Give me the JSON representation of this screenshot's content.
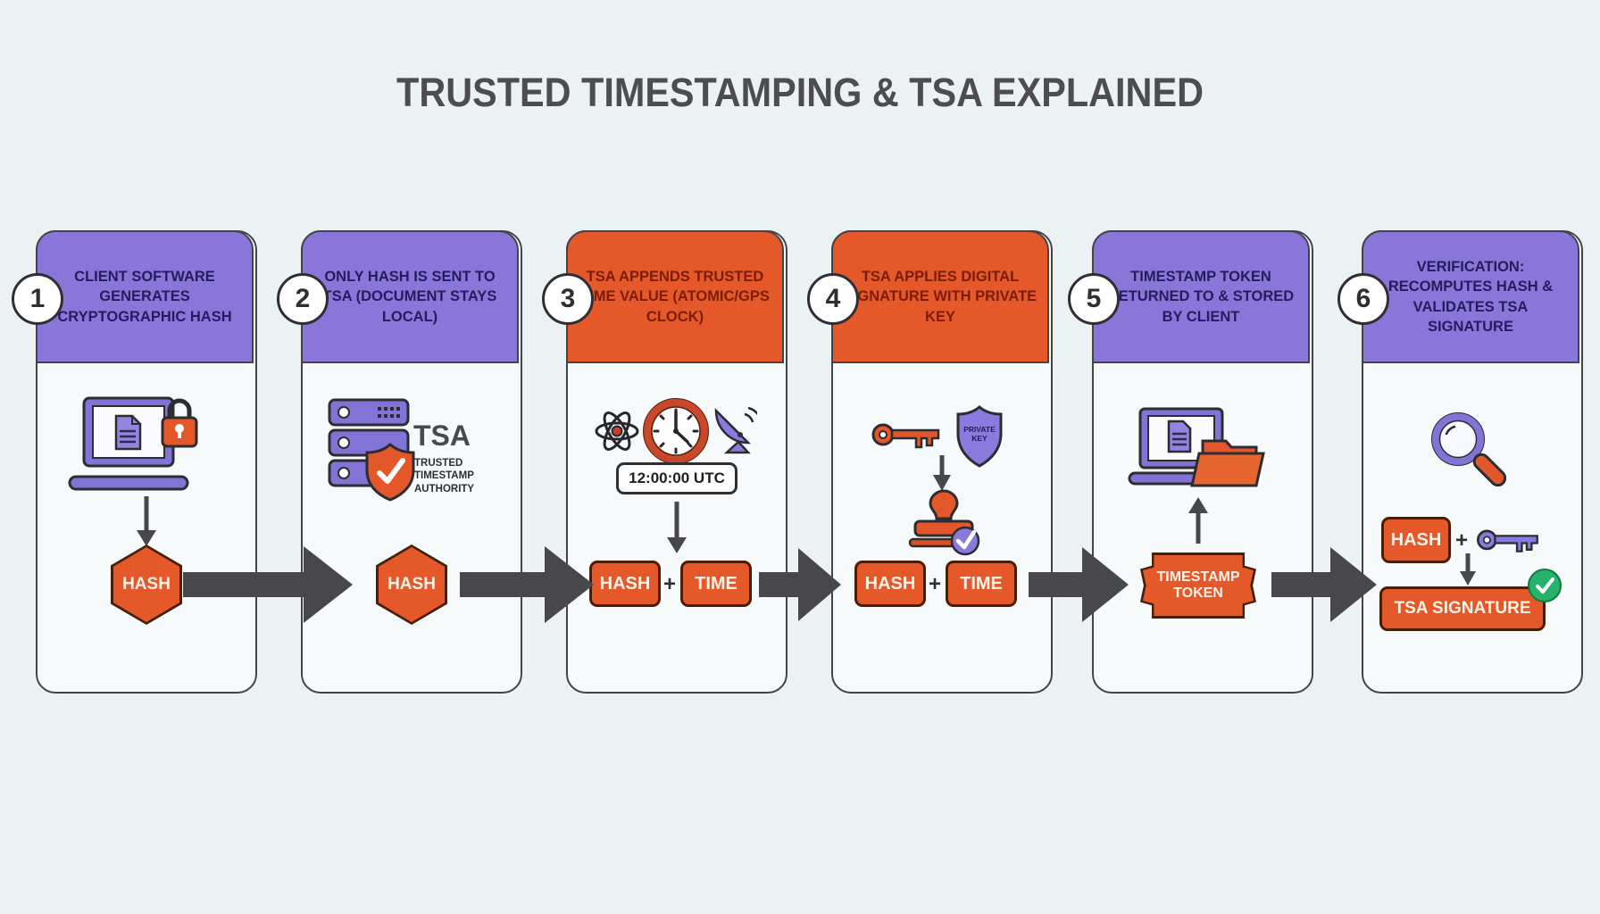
{
  "title": "TRUSTED TIMESTAMPING & TSA EXPLAINED",
  "colors": {
    "purple": "#8a76d8",
    "orange": "#e4582a",
    "bg": "#ecf2f3",
    "arrow": "#48484b",
    "green": "#27b26b"
  },
  "steps": [
    {
      "number": "1",
      "header": "CLIENT SOFTWARE GENERATES CRYPTOGRAPHIC HASH",
      "theme": "purple",
      "icons": [
        "laptop-document-icon",
        "padlock-icon",
        "down-arrow-icon"
      ],
      "hash_label": "HASH"
    },
    {
      "number": "2",
      "header": "ONLY HASH IS SENT TO TSA (DOCUMENT STAYS LOCAL)",
      "theme": "purple",
      "icons": [
        "server-stack-icon",
        "shield-check-icon"
      ],
      "tsa_acronym": "TSA",
      "tsa_full": "TRUSTED TIMESTAMP AUTHORITY",
      "hash_label": "HASH"
    },
    {
      "number": "3",
      "header": "TSA APPENDS TRUSTED TIME VALUE (ATOMIC/GPS CLOCK)",
      "theme": "orange",
      "icons": [
        "atom-icon",
        "clock-icon",
        "satellite-dish-icon",
        "down-arrow-icon"
      ],
      "time_value": "12:00:00 UTC",
      "hash_label": "HASH",
      "plus": "+",
      "time_label": "TIME"
    },
    {
      "number": "4",
      "header": "TSA APPLIES DIGITAL SIGNATURE WITH PRIVATE KEY",
      "theme": "orange",
      "icons": [
        "key-icon",
        "shield-icon",
        "down-arrow-icon",
        "stamp-check-icon"
      ],
      "shield_label": "PRIVATE KEY",
      "hash_label": "HASH",
      "plus": "+",
      "time_label": "TIME"
    },
    {
      "number": "5",
      "header": "TIMESTAMP TOKEN RETURNED TO & STORED BY CLIENT",
      "theme": "purple",
      "icons": [
        "laptop-folder-icon",
        "up-arrow-icon"
      ],
      "token_label": "TIMESTAMP TOKEN"
    },
    {
      "number": "6",
      "header": "VERIFICATION: RECOMPUTES HASH & VALIDATES TSA SIGNATURE",
      "theme": "purple",
      "icons": [
        "magnifier-icon",
        "key-icon",
        "down-arrow-icon",
        "green-check-icon"
      ],
      "hash_label": "HASH",
      "plus": "+",
      "signature_label": "TSA SIGNATURE"
    }
  ]
}
